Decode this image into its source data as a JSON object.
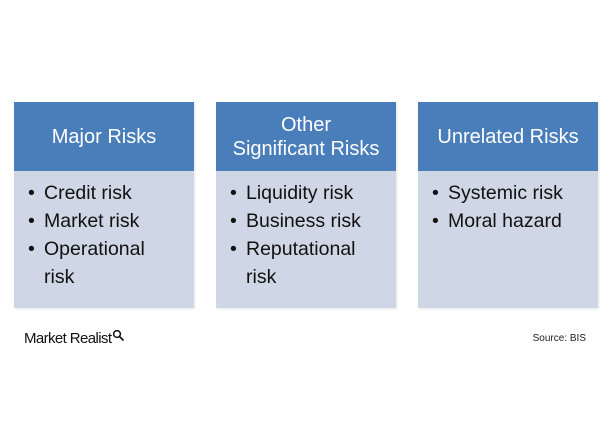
{
  "columns": [
    {
      "header": "Major Risks",
      "items": [
        "Credit risk",
        "Market risk",
        "Operational\nrisk"
      ]
    },
    {
      "header": "Other\nSignificant Risks",
      "items": [
        "Liquidity risk",
        "Business risk",
        "Reputational\nrisk"
      ]
    },
    {
      "header": "Unrelated Risks",
      "items": [
        "Systemic risk",
        "Moral hazard"
      ]
    }
  ],
  "brand": {
    "name": "Market Realist",
    "icon": "magnifier-icon"
  },
  "source": "Source: BIS",
  "colors": {
    "header_bg": "#4a7ebb",
    "body_bg": "#cfd7e6",
    "header_text": "#ffffff"
  }
}
